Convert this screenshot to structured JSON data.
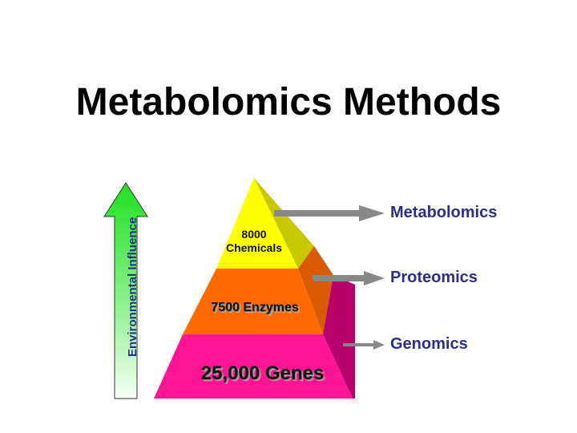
{
  "slide": {
    "title": "Metabolomics Methods"
  },
  "diagram": {
    "axis_arrow": {
      "label": "Environmental Influence",
      "color": "#22dd22"
    },
    "pyramid": {
      "tiers": [
        {
          "line1": "8000",
          "line2": "Chemicals",
          "color": "#ffff00"
        },
        {
          "line1": "7500 Enzymes",
          "color": "#ff6a00"
        },
        {
          "line1": "25,000 Genes",
          "color": "#ff1493"
        }
      ]
    },
    "methods": [
      {
        "label": "Metabolomics"
      },
      {
        "label": "Proteomics"
      },
      {
        "label": "Genomics"
      }
    ]
  }
}
